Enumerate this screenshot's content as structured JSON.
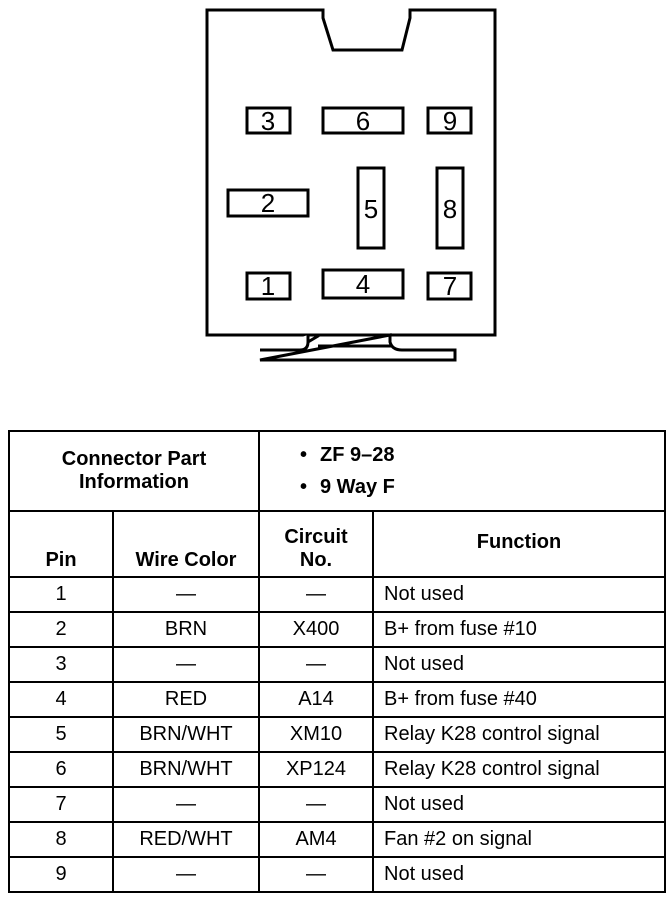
{
  "connector": {
    "pin_labels": [
      "1",
      "2",
      "3",
      "4",
      "5",
      "6",
      "7",
      "8",
      "9"
    ]
  },
  "table": {
    "part_info_label_line1": "Connector Part",
    "part_info_label_line2": "Information",
    "part_info_values": [
      "ZF 9–28",
      "9 Way F"
    ],
    "bullet": "•",
    "headers": {
      "pin": "Pin",
      "wire_color": "Wire Color",
      "circuit_line1": "Circuit",
      "circuit_line2": "No.",
      "function": "Function"
    },
    "rows": [
      {
        "pin": "1",
        "wire": "—",
        "circuit": "—",
        "function": "Not used"
      },
      {
        "pin": "2",
        "wire": "BRN",
        "circuit": "X400",
        "function": "B+ from fuse #10"
      },
      {
        "pin": "3",
        "wire": "—",
        "circuit": "—",
        "function": "Not used"
      },
      {
        "pin": "4",
        "wire": "RED",
        "circuit": "A14",
        "function": "B+ from fuse #40"
      },
      {
        "pin": "5",
        "wire": "BRN/WHT",
        "circuit": "XM10",
        "function": "Relay K28 control signal"
      },
      {
        "pin": "6",
        "wire": "BRN/WHT",
        "circuit": "XP124",
        "function": "Relay K28 control signal"
      },
      {
        "pin": "7",
        "wire": "—",
        "circuit": "—",
        "function": "Not used"
      },
      {
        "pin": "8",
        "wire": "RED/WHT",
        "circuit": "AM4",
        "function": "Fan #2 on signal"
      },
      {
        "pin": "9",
        "wire": "—",
        "circuit": "—",
        "function": "Not used"
      }
    ]
  }
}
